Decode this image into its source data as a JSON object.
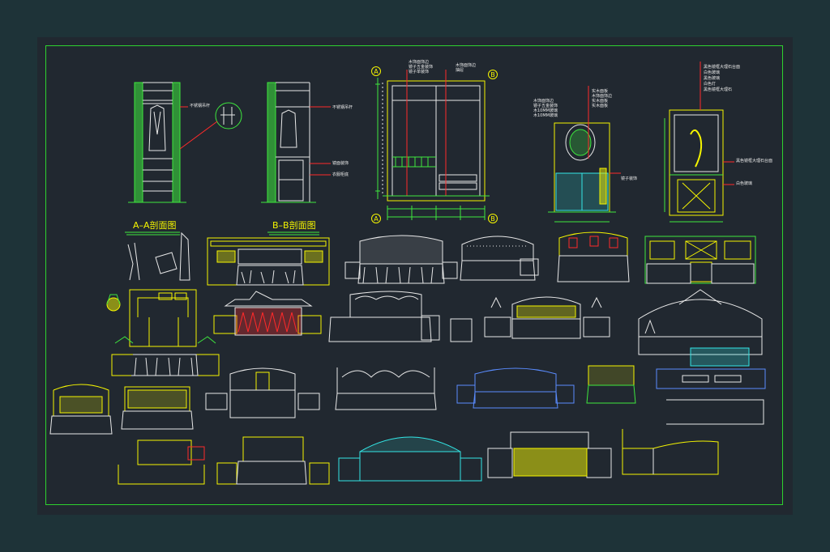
{
  "sections": {
    "aa_title": "A–A剖面图",
    "bb_title": "B–B剖面图"
  },
  "markers": {
    "a_top": "A",
    "b_top": "B",
    "a_bottom": "A",
    "b_bottom": "B"
  },
  "annotations": {
    "aa_note": "不锈钢吊杆",
    "bb_note1": "不锈钢吊杆",
    "bb_note2": "镜面装饰",
    "bb_note3": "衣服柜底",
    "elev_note1": "木饰面饰边",
    "elev_note2": "镜子五金装饰",
    "elev_note3": "镜子单装饰",
    "elev_note4": "木饰面饰边",
    "elev_note5": "抽屉",
    "dress_note1": "实木面板",
    "dress_note2": "木饰面饰边",
    "dress_note3": "实木面板",
    "dress_note4": "实木面板",
    "dress_note5": "木饰面饰边",
    "dress_note6": "镜子五金装饰",
    "dress_note7": "木10MM玻璃",
    "dress_note8": "木10MM玻璃",
    "dress_side": "镜子装饰",
    "mirror_note1": "黑色镜框大理石台面",
    "mirror_note2": "白色玻璃",
    "mirror_note3": "黑色玻璃",
    "mirror_note4": "白色灯",
    "mirror_note5": "黑色镜框大理石",
    "mirror_side1": "黑色镜框大理石台面",
    "mirror_side2": "白色玻璃"
  },
  "colors": {
    "background": "#1e3338",
    "sheet": "#212830",
    "frame": "#2ed12e",
    "green": "#3ee83e",
    "yellow": "#f5f500",
    "white": "#e8e8e8",
    "red": "#ff2a2a",
    "cyan": "#33e6e6",
    "blue": "#5a8cff",
    "magenta": "#ff3cff"
  }
}
